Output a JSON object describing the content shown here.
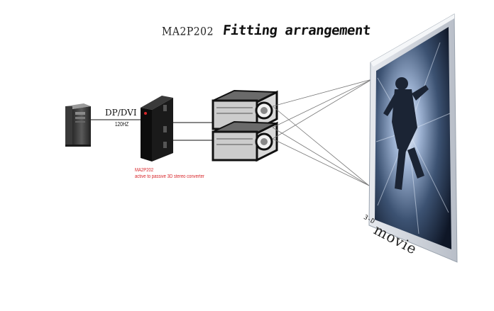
{
  "title": {
    "model": "MA2P202",
    "main": "Fitting arrangement"
  },
  "connection": {
    "interface": "DP/DVI",
    "refresh": "120HZ"
  },
  "converter": {
    "name": "MA2P202",
    "description": "active to passive 3D stereo converter"
  },
  "screen": {
    "prefix": "3-D",
    "word": "movie"
  },
  "colors": {
    "caption_red": "#d8262a",
    "beam": "#777777",
    "device_black": "#151515"
  }
}
